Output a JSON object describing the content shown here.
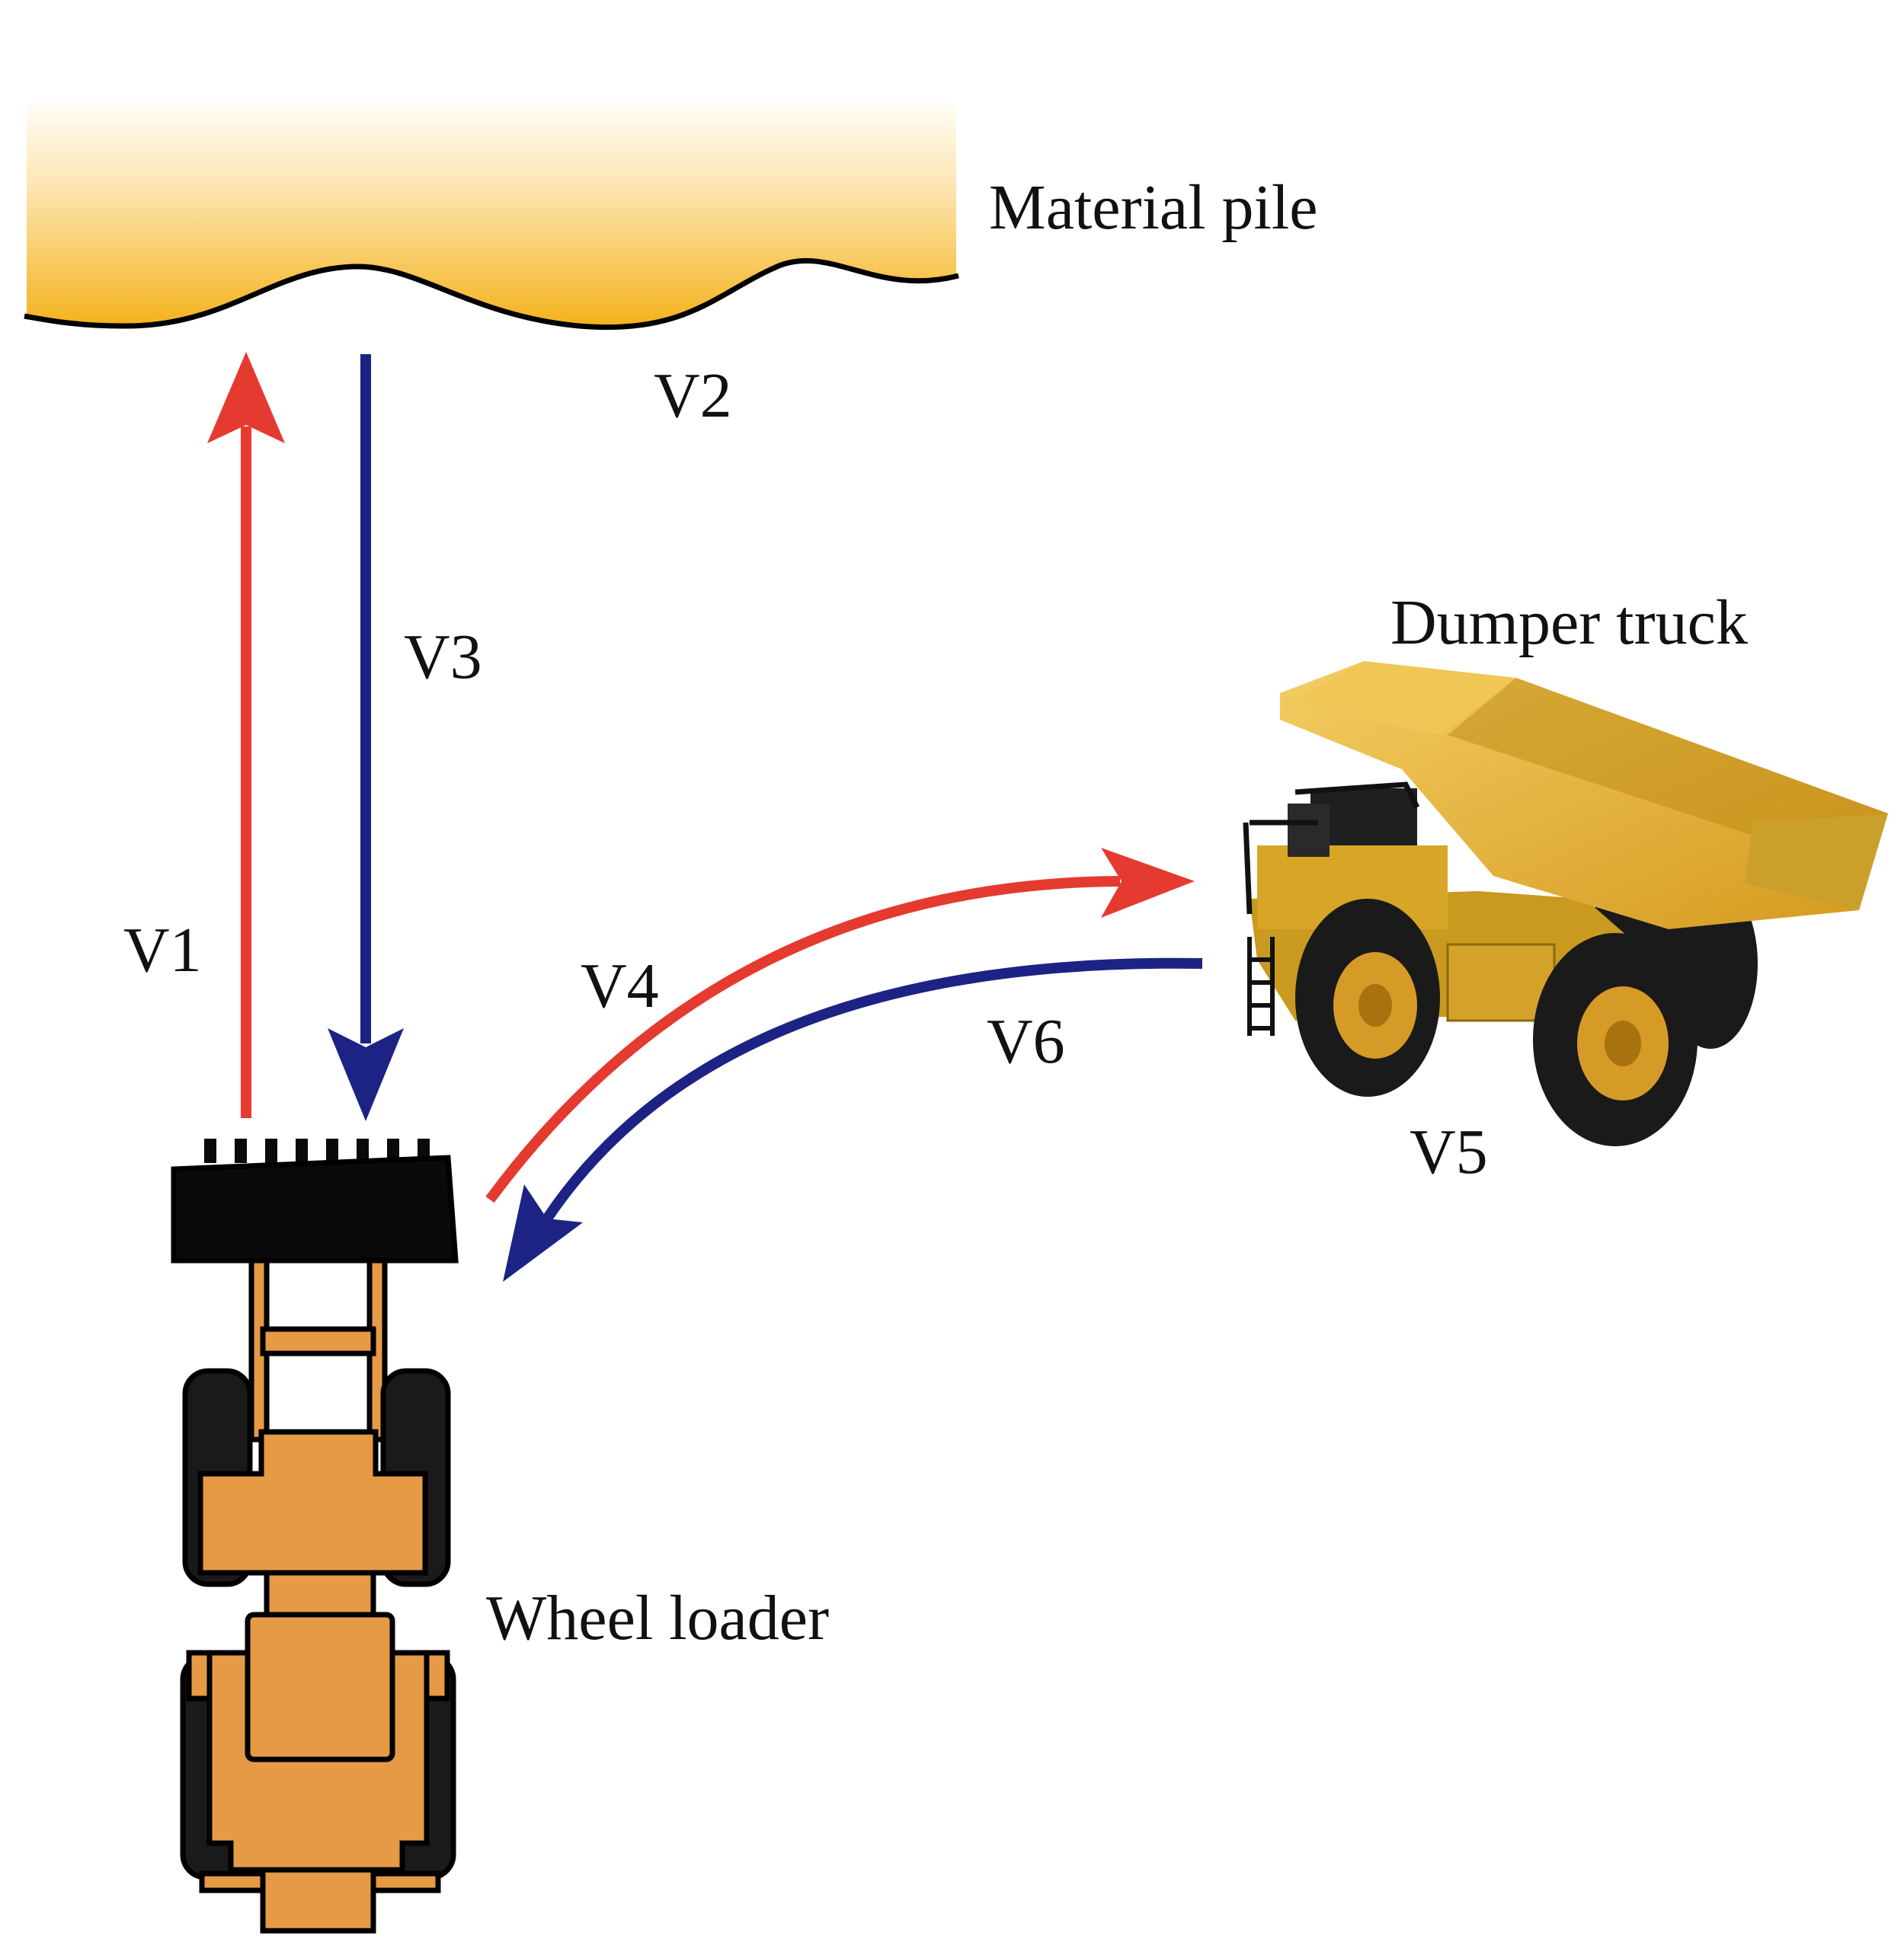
{
  "labels": {
    "material_pile": "Material pile",
    "dumper_truck": "Dumper truck",
    "wheel_loader": "Wheel loader",
    "v1": "V1",
    "v2": "V2",
    "v3": "V3",
    "v4": "V4",
    "v5": "V5",
    "v6": "V6"
  },
  "colors": {
    "outbound_arrow": "#e53a2f",
    "return_arrow": "#1c2384",
    "pile_top": "#fffdf6",
    "pile_bottom": "#f4b21c",
    "loader_body": "#e69a45",
    "loader_bucket": "#0a0a0a",
    "truck_body": "#e8b73a",
    "tire": "#1a1a1a"
  }
}
